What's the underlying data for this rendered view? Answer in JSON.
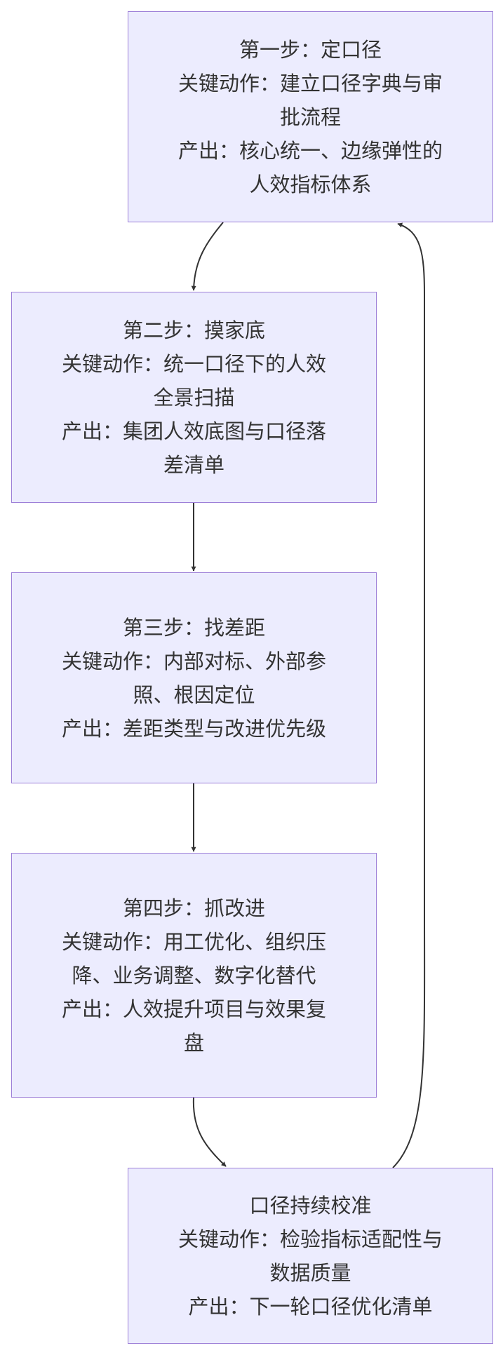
{
  "nodes": [
    {
      "id": "step1",
      "title": "第一步：定口径",
      "action": "关键动作：建立口径字典与审批流程",
      "output": "产出：核心统一、边缘弹性的人效指标体系"
    },
    {
      "id": "step2",
      "title": "第二步：摸家底",
      "action": "关键动作：统一口径下的人效全景扫描",
      "output": "产出：集团人效底图与口径落差清单"
    },
    {
      "id": "step3",
      "title": "第三步：找差距",
      "action": "关键动作：内部对标、外部参照、根因定位",
      "output": "产出：差距类型与改进优先级"
    },
    {
      "id": "step4",
      "title": "第四步：抓改进",
      "action": "关键动作：用工优化、组织压降、业务调整、数字化替代",
      "output": "产出：人效提升项目与效果复盘"
    },
    {
      "id": "calibration",
      "title": "口径持续校准",
      "action": "关键动作：检验指标适配性与数据质量",
      "output": "产出：下一轮口径优化清单"
    }
  ],
  "edges": [
    {
      "from": "step1",
      "to": "step2"
    },
    {
      "from": "step2",
      "to": "step3"
    },
    {
      "from": "step3",
      "to": "step4"
    },
    {
      "from": "step4",
      "to": "calibration"
    },
    {
      "from": "calibration",
      "to": "step1"
    }
  ],
  "colors": {
    "node_fill": "#ececfe",
    "node_border": "#9d7fd8",
    "text": "#333333",
    "edge": "#333333"
  }
}
